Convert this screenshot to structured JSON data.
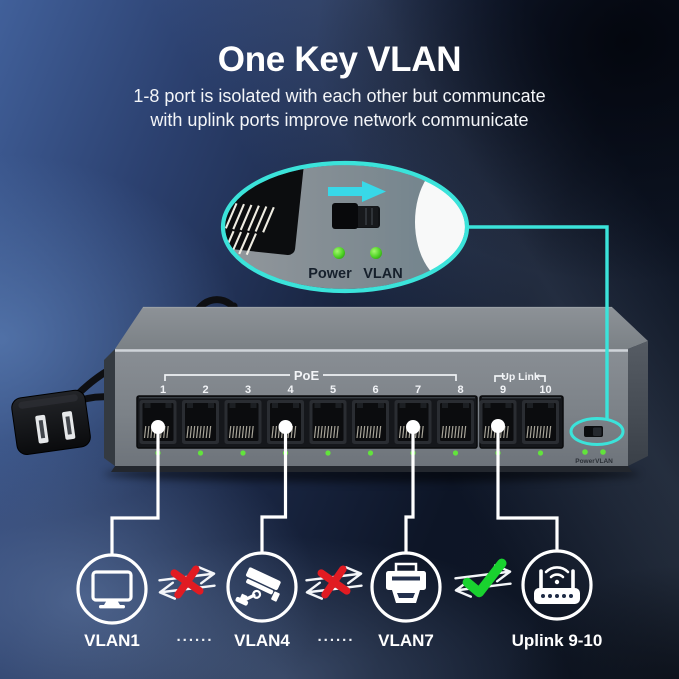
{
  "title": "One Key VLAN",
  "subtitle": {
    "line1": "1-8 port is isolated with each other but communcate",
    "line2": "with uplink ports improve network communicate"
  },
  "callout": {
    "power_led_label": "Power",
    "vlan_led_label": "VLAN"
  },
  "switch": {
    "poe_label": "PoE",
    "uplink_label": "Up Link",
    "port_labels": [
      "1",
      "2",
      "3",
      "4",
      "5",
      "6",
      "7",
      "8",
      "9",
      "10"
    ],
    "power_led_label": "Power",
    "vlan_led_label": "VLAN"
  },
  "devices": [
    {
      "icon": "monitor-icon",
      "label": "VLAN1"
    },
    {
      "icon": "camera-icon",
      "label": "VLAN4"
    },
    {
      "icon": "printer-icon",
      "label": "VLAN7"
    },
    {
      "icon": "router-icon",
      "label": "Uplink 9-10"
    }
  ],
  "separators": {
    "dots": "......"
  },
  "colors": {
    "accent_cyan": "#3be3da",
    "blocked_red": "#e11b22",
    "allowed_green": "#19d22f",
    "led_green": "#62e33c",
    "background_blue": "#1b2846",
    "chassis_gray": "#878c92"
  }
}
